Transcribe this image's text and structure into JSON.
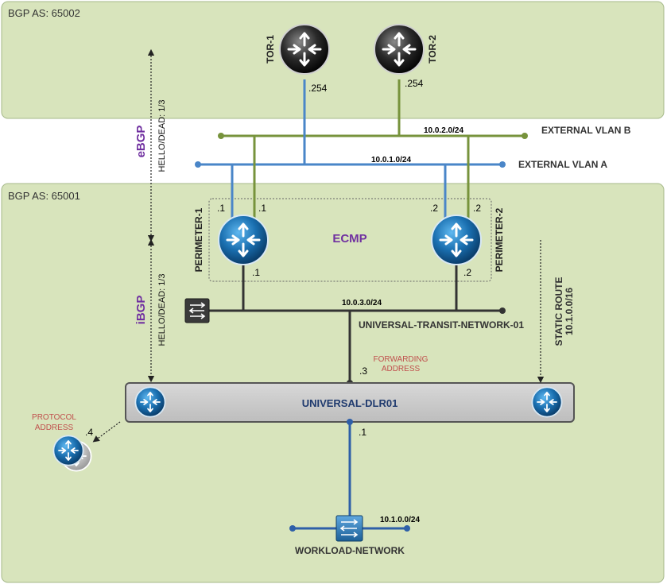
{
  "colors": {
    "zone_fill": "#d8e4bc",
    "vlan_a": "#4a86c8",
    "vlan_b": "#77933c",
    "transit": "#333333",
    "protocol_text": "#7030a0",
    "note_text": "#c0504d",
    "dlr_fill": "#c8c8c8"
  },
  "zones": {
    "upper": {
      "label": "BGP AS: 65002"
    },
    "lower": {
      "label": "BGP AS: 65001"
    }
  },
  "routers": {
    "tor1": {
      "label": "TOR-1",
      "ip": ".254"
    },
    "tor2": {
      "label": "TOR-2",
      "ip": ".254"
    },
    "perimeter1": {
      "label": "PERIMETER-1",
      "ip_vlan_a": ".1",
      "ip_vlan_b": ".1",
      "ip_transit": ".1"
    },
    "perimeter2": {
      "label": "PERIMETER-2",
      "ip_vlan_a": ".2",
      "ip_vlan_b": ".2",
      "ip_transit": ".2"
    },
    "dlr_left_icon": "router-icon",
    "dlr_right_icon": "router-icon",
    "protocol_address_router_icon": "router-icon"
  },
  "networks": {
    "vlan_b": {
      "name": "EXTERNAL VLAN B",
      "subnet": "10.0.2.0/24"
    },
    "vlan_a": {
      "name": "EXTERNAL VLAN A",
      "subnet": "10.0.1.0/24"
    },
    "transit": {
      "name": "UNIVERSAL-TRANSIT-NETWORK-01",
      "subnet": "10.0.3.0/24"
    },
    "workload": {
      "name": "WORKLOAD-NETWORK",
      "subnet": "10.1.0.0/24"
    }
  },
  "ecmp": {
    "label": "ECMP"
  },
  "ebgp": {
    "label": "eBGP",
    "timers": "HELLO/DEAD: 1/3"
  },
  "ibgp": {
    "label": "iBGP",
    "timers": "HELLO/DEAD: 1/3"
  },
  "static_route": {
    "title": "STATIC ROUTE",
    "prefix": "10.1.0.0/16"
  },
  "forwarding_address": {
    "line1": "FORWARDING",
    "line2": "ADDRESS",
    "ip": ".3"
  },
  "protocol_address": {
    "line1": "PROTOCOL",
    "line2": "ADDRESS",
    "ip": ".4"
  },
  "dlr": {
    "label": "UNIVERSAL-DLR01",
    "ip_downlink": ".1"
  }
}
